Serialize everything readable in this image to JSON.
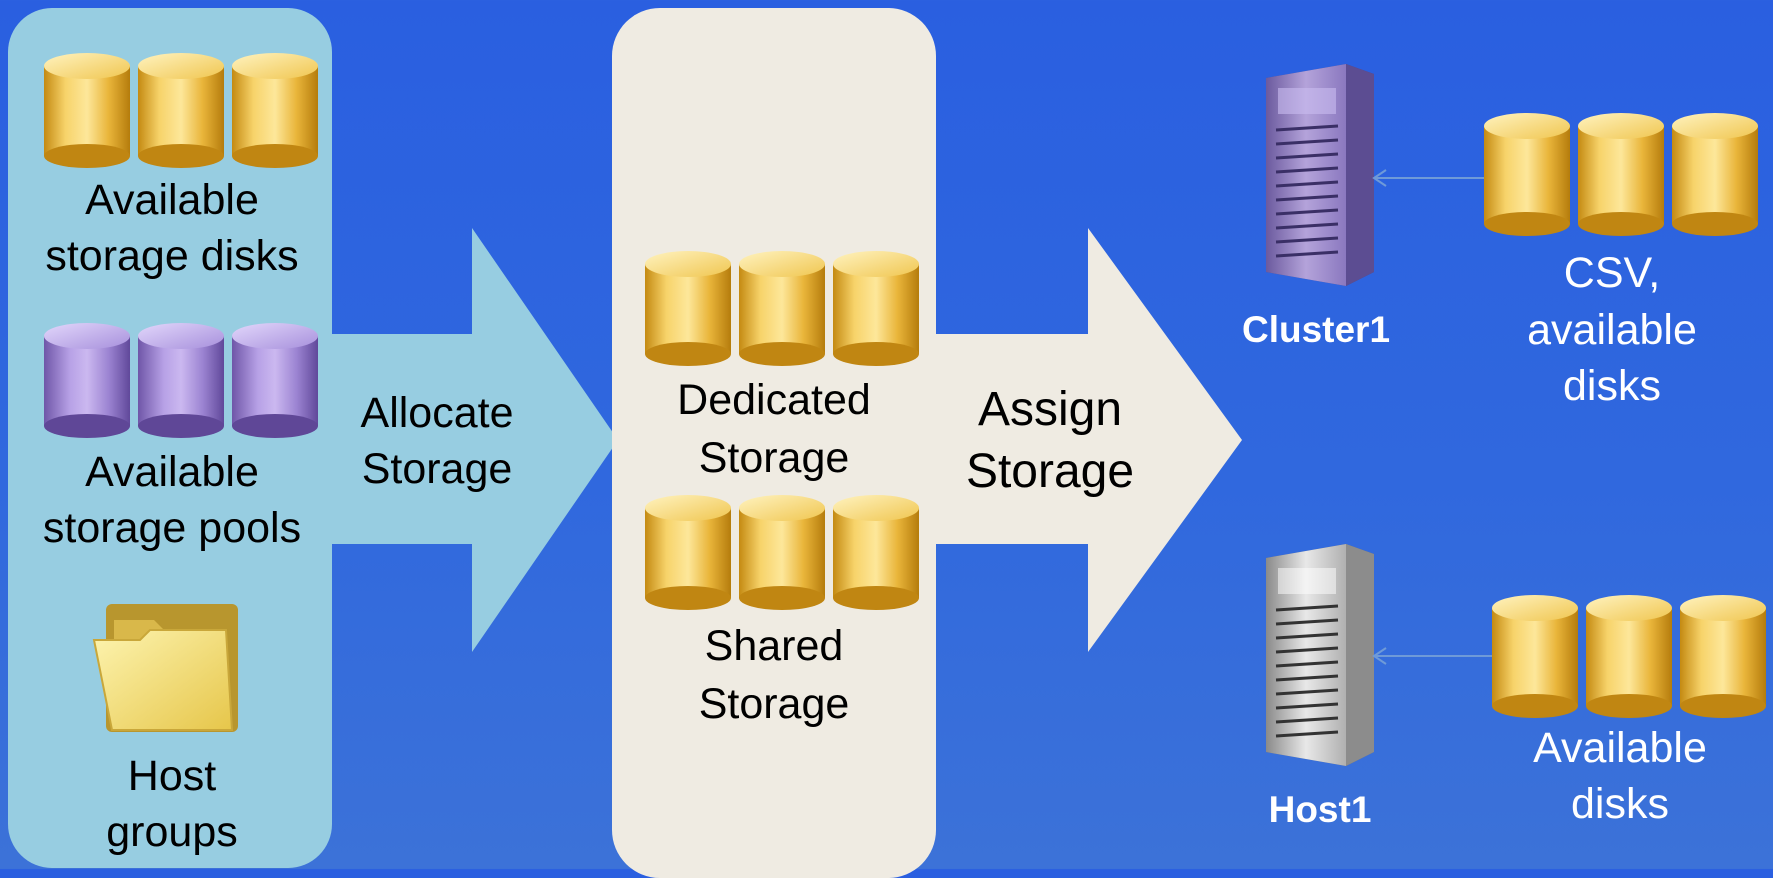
{
  "left_panel": {
    "disks_label_1": "Available",
    "disks_label_2": "storage disks",
    "pools_label_1": "Available",
    "pools_label_2": "storage pools",
    "groups_label_1": "Host",
    "groups_label_2": "groups"
  },
  "allocate_arrow": {
    "line1": "Allocate",
    "line2": "Storage"
  },
  "mid_panel": {
    "dedicated_1": "Dedicated",
    "dedicated_2": "Storage",
    "shared_1": "Shared",
    "shared_2": "Storage"
  },
  "assign_arrow": {
    "line1": "Assign",
    "line2": "Storage"
  },
  "right": {
    "cluster_label": "Cluster1",
    "cluster_disks_1": "CSV,",
    "cluster_disks_2": "available",
    "cluster_disks_3": "disks",
    "host_label": "Host1",
    "host_disks_1": "Available",
    "host_disks_2": "disks"
  },
  "colors": {
    "background": "#2a5fe0",
    "left_panel": "#97cde1",
    "mid_panel": "#efebe2",
    "disk_gold": "#f2c94a",
    "pool_purple": "#a48cd8"
  },
  "icons": [
    "storage-disk-icon",
    "storage-pool-icon",
    "folder-icon",
    "server-icon"
  ]
}
